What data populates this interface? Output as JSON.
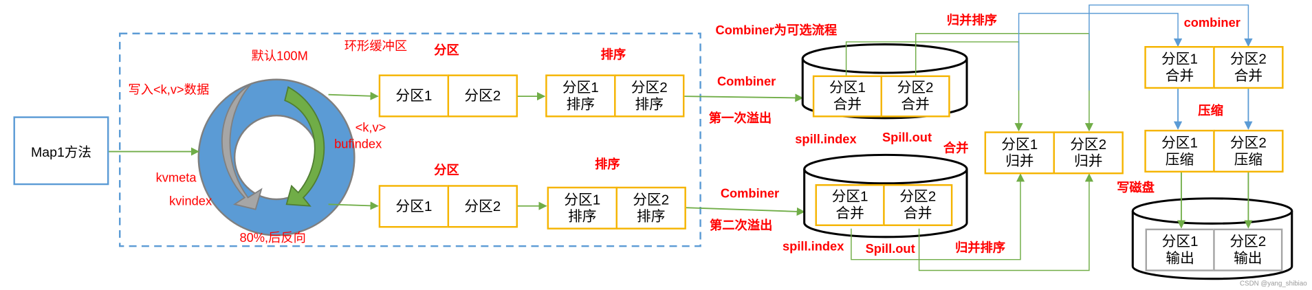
{
  "map": {
    "label": "Map1方法"
  },
  "buffer": {
    "default_size": "默认100M",
    "name": "环形缓冲区",
    "write": "写入<k,v>数据",
    "kv": "<k,v>",
    "bufindex": "bufindex",
    "kvmeta": "kvmeta",
    "kvindex": "kvindex",
    "reverse": "80%,后反向"
  },
  "path_top": {
    "partition_label": "分区",
    "sort_label": "排序",
    "partitions": [
      "分区1",
      "分区2"
    ],
    "sorted": [
      [
        "分区1",
        "排序"
      ],
      [
        "分区2",
        "排序"
      ]
    ],
    "combiner": "Combiner",
    "spill": "第一次溢出"
  },
  "path_bottom": {
    "partition_label": "分区",
    "sort_label": "排序",
    "partitions": [
      "分区1",
      "分区2"
    ],
    "sorted": [
      [
        "分区1",
        "排序"
      ],
      [
        "分区2",
        "排序"
      ]
    ],
    "combiner": "Combiner",
    "spill": "第二次溢出"
  },
  "combiner_note": "Combiner为可选流程",
  "disk_top": {
    "cells": [
      [
        "分区1",
        "合并"
      ],
      [
        "分区2",
        "合并"
      ]
    ],
    "spill_index": "spill.index",
    "spill_out": "Spill.out"
  },
  "disk_bottom": {
    "cells": [
      [
        "分区1",
        "合并"
      ],
      [
        "分区2",
        "合并"
      ]
    ],
    "spill_index": "spill.index",
    "spill_out": "Spill.out"
  },
  "merge": {
    "label_top": "归并排序",
    "label_merge": "合并",
    "label_bottom": "归并排序",
    "cells": [
      [
        "分区1",
        "归并"
      ],
      [
        "分区2",
        "归并"
      ]
    ]
  },
  "final": {
    "combiner": "combiner",
    "combined": [
      [
        "分区1",
        "合并"
      ],
      [
        "分区2",
        "合并"
      ]
    ],
    "compress_label": "压缩",
    "compressed": [
      [
        "分区1",
        "压缩"
      ],
      [
        "分区2",
        "压缩"
      ]
    ],
    "write_disk": "写磁盘",
    "output": [
      [
        "分区1",
        "输出"
      ],
      [
        "分区2",
        "输出"
      ]
    ]
  },
  "watermark": "CSDN @yang_shibiao",
  "colors": {
    "accent_red": "#ff0000",
    "cell_border": "#f5b400",
    "blue_line": "#5b9bd5",
    "green_line": "#70ad47",
    "ring_blue": "#5b9bd5"
  }
}
